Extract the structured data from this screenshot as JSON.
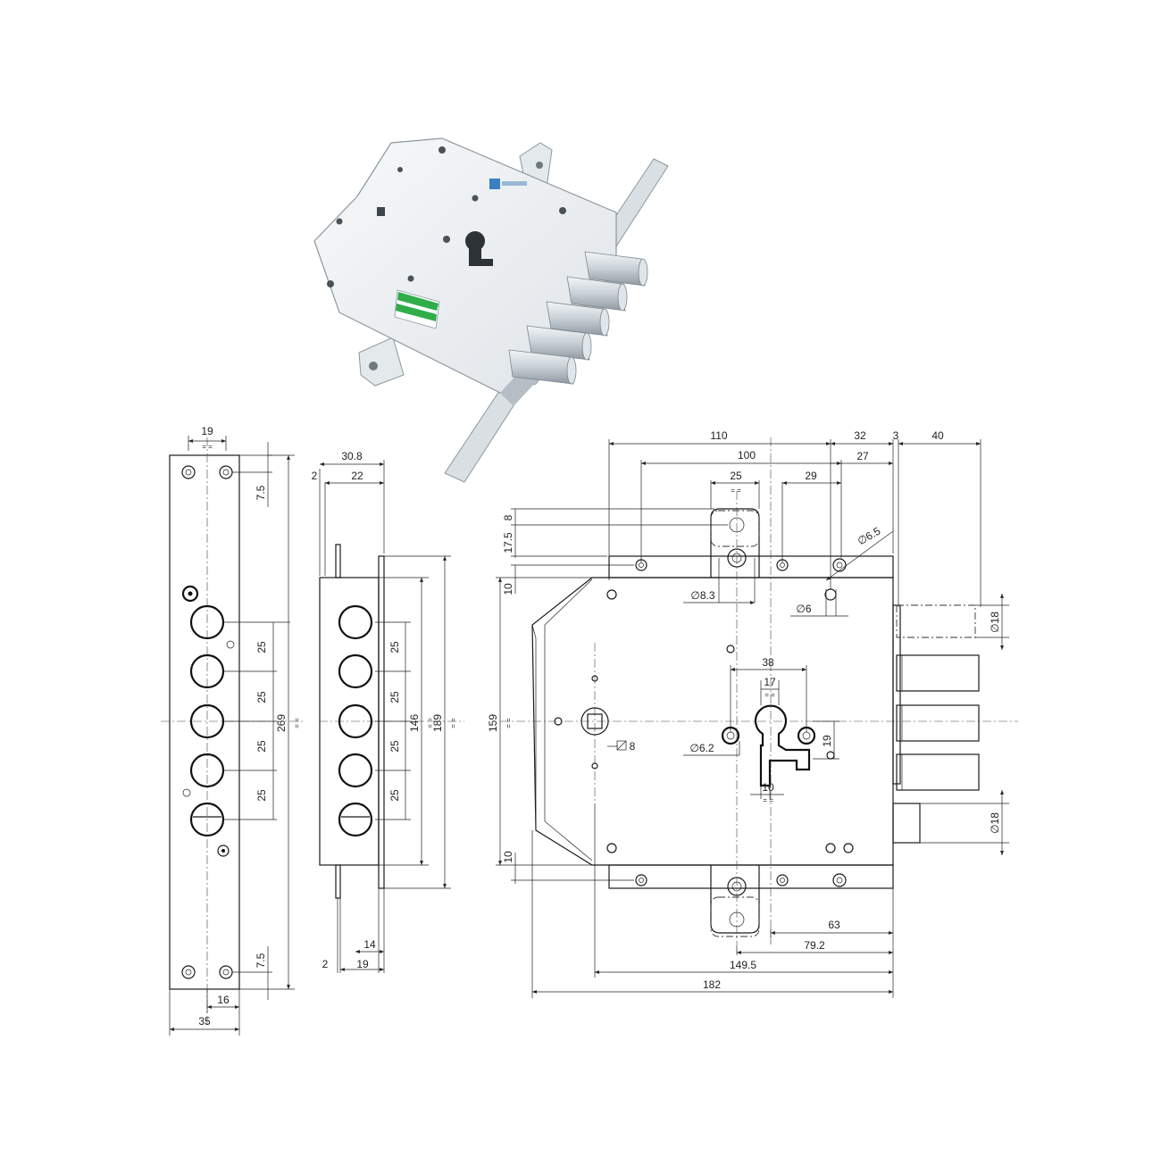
{
  "product_photo": {
    "label_badge": "",
    "colors": {
      "body": "#e9edf0",
      "shadow": "#9aa3aa",
      "bolt": "#c8d0d6",
      "label": "#2fae4a",
      "logo": "#3a7fc1"
    }
  },
  "faceplate_view": {
    "dims": {
      "top_spacing": "19",
      "half_marks": "= =",
      "height_total": "269",
      "edge_top": "7.5",
      "edge_bottom": "7.5",
      "pitch": "25",
      "width": "35",
      "offset": "16",
      "equal": "= ="
    }
  },
  "side_view": {
    "dims": {
      "total_depth": "30.8",
      "plate": "2",
      "inner": "22",
      "pitch": "25",
      "height_146": "146",
      "height_189": "189",
      "bottom_2": "2",
      "bottom_19": "19",
      "bottom_14": "14",
      "equal": "= ="
    }
  },
  "main_view": {
    "dims": {
      "w110": "110",
      "w32": "32",
      "w3": "3",
      "w40": "40",
      "w100": "100",
      "w27": "27",
      "w25": "25",
      "w29": "29",
      "d6_5": "∅6.5",
      "d8_3": "∅8.3",
      "d6": "∅6",
      "d18_top": "∅18",
      "d18_bottom": "∅18",
      "d6_2": "∅6.2",
      "v8": "8",
      "v17_5": "17.5",
      "v10_top": "10",
      "v10_bottom": "10",
      "h159": "159",
      "w38": "38",
      "w17": "17",
      "v19": "19",
      "w10": "10",
      "sq8": "8",
      "w63": "63",
      "w79_2": "79.2",
      "w149_5": "149.5",
      "w182": "182",
      "equal": "= ="
    }
  }
}
